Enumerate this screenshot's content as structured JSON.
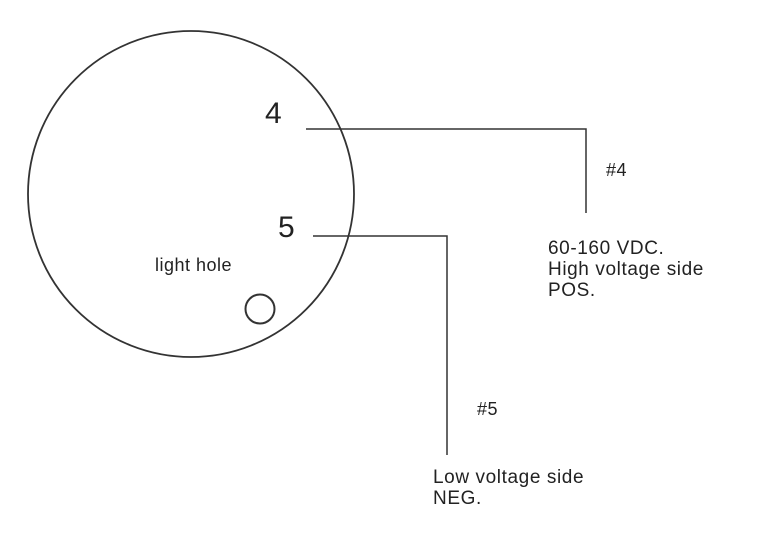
{
  "diagram": {
    "pin4": {
      "number": "4",
      "wire_label": "#4",
      "description": [
        "60-160 VDC.",
        "High voltage side",
        "POS."
      ]
    },
    "pin5": {
      "number": "5",
      "wire_label": "#5",
      "description": [
        "Low voltage side",
        "NEG."
      ]
    },
    "light_hole_label": "light hole"
  }
}
